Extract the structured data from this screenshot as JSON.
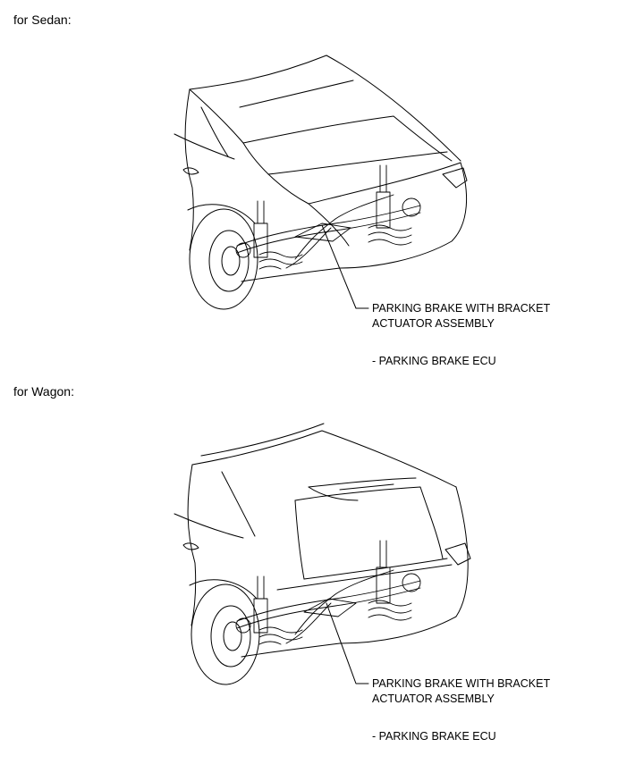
{
  "sections": [
    {
      "heading": "for Sedan:",
      "callout": {
        "line1": "PARKING BRAKE WITH BRACKET",
        "line2": "ACTUATOR ASSEMBLY"
      },
      "sub": "- PARKING BRAKE ECU"
    },
    {
      "heading": "for Wagon:",
      "callout": {
        "line1": "PARKING BRAKE WITH BRACKET",
        "line2": "ACTUATOR ASSEMBLY"
      },
      "sub": "- PARKING BRAKE ECU"
    }
  ],
  "colors": {
    "ink": "#000000",
    "background": "#ffffff"
  }
}
